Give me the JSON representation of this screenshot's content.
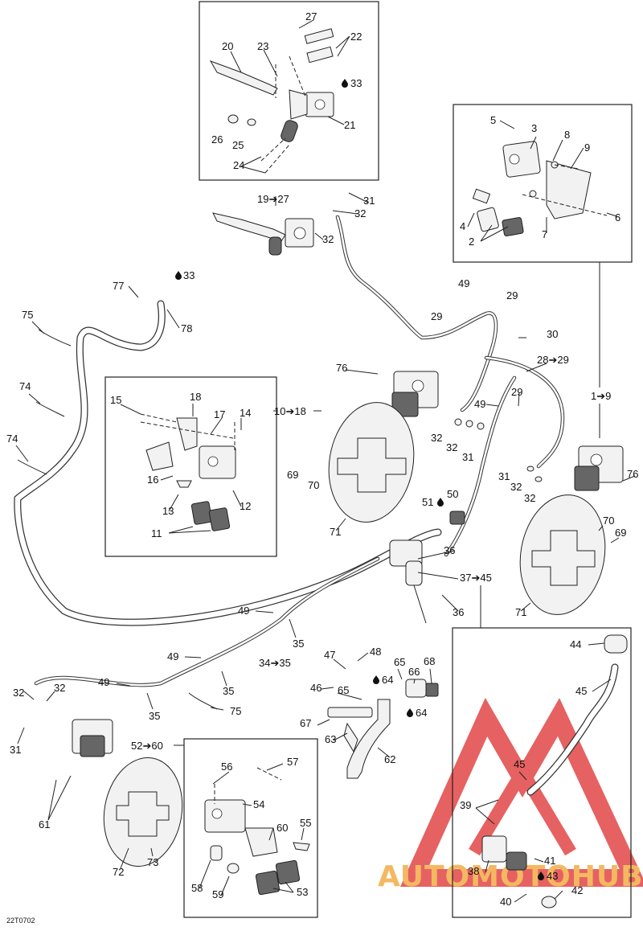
{
  "diagram_code": "22T0702",
  "watermark": {
    "brand": "AUTOMOTOHUB",
    "colors": {
      "red": "#e03a3a",
      "orange": "#f2a73b"
    }
  },
  "oil_drop_icon": "oil-drop-icon",
  "arrow_icon": "right-arrow-icon",
  "callouts": {
    "n1to9": "1➔9",
    "n2": "2",
    "n3": "3",
    "n4": "4",
    "n5": "5",
    "n6": "6",
    "n7": "7",
    "n8": "8",
    "n9": "9",
    "n10to18": "10➔18",
    "n11": "11",
    "n12": "12",
    "n13": "13",
    "n14": "14",
    "n15": "15",
    "n16": "16",
    "n17": "17",
    "n18": "18",
    "n19to27": "19➔27",
    "n20": "20",
    "n21": "21",
    "n22": "22",
    "n23": "23",
    "n24": "24",
    "n25": "25",
    "n26": "26",
    "n27": "27",
    "n28to29": "28➔29",
    "n29a": "29",
    "n29b": "29",
    "n29c": "29",
    "n30": "30",
    "n31a": "31",
    "n31b": "31",
    "n31c": "31",
    "n31d": "31",
    "n32a": "32",
    "n32b": "32",
    "n32c": "32",
    "n32d": "32",
    "n32e": "32",
    "n32f": "32",
    "n32g": "32",
    "n32h": "32",
    "n33a": "33",
    "n33b": "33",
    "n34to35": "34➔35",
    "n35a": "35",
    "n35b": "35",
    "n35c": "35",
    "n36a": "36",
    "n36b": "36",
    "n37to45": "37➔45",
    "n38": "38",
    "n39": "39",
    "n40": "40",
    "n41": "41",
    "n42": "42",
    "n43": "43",
    "n44": "44",
    "n45a": "45",
    "n45b": "45",
    "n46": "46",
    "n47": "47",
    "n48": "48",
    "n49a": "49",
    "n49b": "49",
    "n49c": "49",
    "n49d": "49",
    "n49e": "49",
    "n50": "50",
    "n51": "51",
    "n52to60": "52➔60",
    "n53": "53",
    "n54": "54",
    "n55": "55",
    "n56": "56",
    "n57": "57",
    "n58": "58",
    "n59": "59",
    "n60": "60",
    "n61": "61",
    "n62": "62",
    "n63": "63",
    "n64a": "64",
    "n64b": "64",
    "n65a": "65",
    "n65b": "65",
    "n66": "66",
    "n67": "67",
    "n68": "68",
    "n69a": "69",
    "n69b": "69",
    "n70a": "70",
    "n70b": "70",
    "n71a": "71",
    "n71b": "71",
    "n72": "72",
    "n73": "73",
    "n74a": "74",
    "n74b": "74",
    "n75a": "75",
    "n75b": "75",
    "n76a": "76",
    "n76b": "76",
    "n77": "77",
    "n78": "78"
  }
}
